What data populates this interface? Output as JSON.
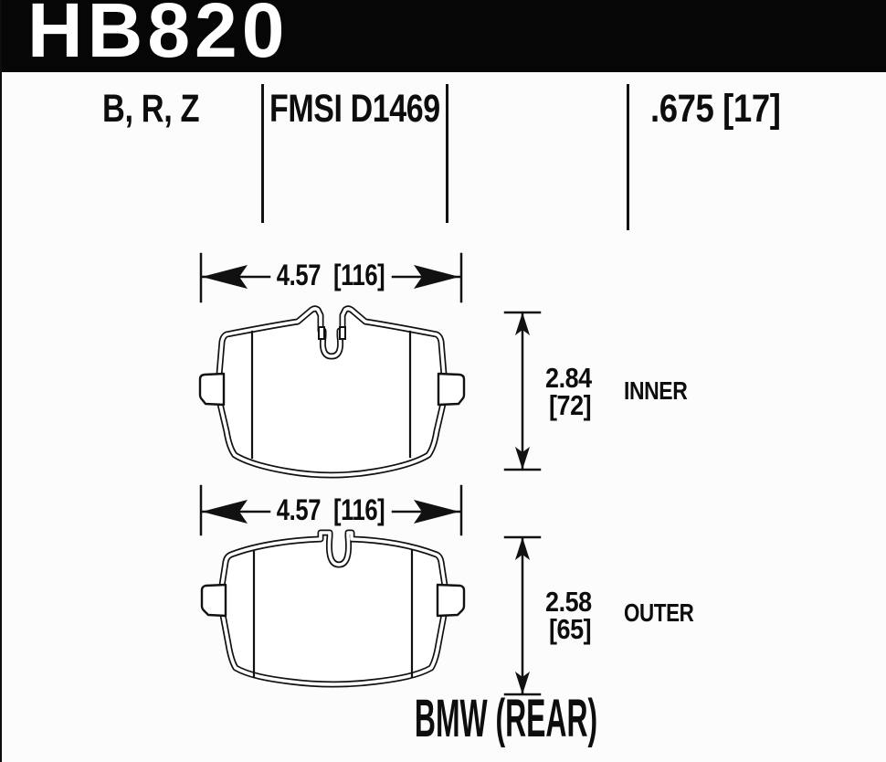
{
  "header": {
    "part_number": "HB820",
    "compounds": "B, R, Z",
    "fmsi": "FMSI D1469",
    "thickness": ".675 [17]"
  },
  "dimensions": {
    "pad_width": "4.57 [116]",
    "inner": {
      "height_in": "2.84",
      "height_mm": "[72]",
      "label": "INNER"
    },
    "outer": {
      "height_in": "2.58",
      "height_mm": "[65]",
      "label": "OUTER"
    }
  },
  "footer": {
    "application": "BMW (REAR)"
  },
  "colors": {
    "ink": "#111111",
    "bar": "#060606",
    "background": "#fcfcfc",
    "text_on_bar": "#ffffff"
  }
}
